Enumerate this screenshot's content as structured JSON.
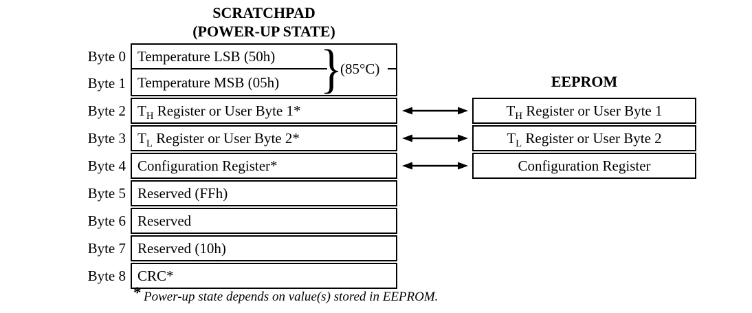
{
  "scratchpad": {
    "title_line1": "SCRATCHPAD",
    "title_line2": "(POWER-UP STATE)",
    "rows": [
      {
        "byte_label": "Byte 0",
        "text": "Temperature LSB (50h)"
      },
      {
        "byte_label": "Byte 1",
        "text": "Temperature MSB (05h)"
      },
      {
        "byte_label": "Byte 2",
        "text_prefix": "T",
        "text_sub": "H",
        "text_suffix": " Register or User Byte 1*"
      },
      {
        "byte_label": "Byte 3",
        "text_prefix": "T",
        "text_sub": "L",
        "text_suffix": " Register or User Byte 2*"
      },
      {
        "byte_label": "Byte 4",
        "text": "Configuration Register*"
      },
      {
        "byte_label": "Byte 5",
        "text": "Reserved (FFh)"
      },
      {
        "byte_label": "Byte 6",
        "text": "Reserved"
      },
      {
        "byte_label": "Byte 7",
        "text": "Reserved (10h)"
      },
      {
        "byte_label": "Byte 8",
        "text": "CRC*"
      }
    ],
    "powerup_annotation": {
      "brace": "}",
      "label": "(85°C)"
    }
  },
  "eeprom": {
    "title": "EEPROM",
    "rows": [
      {
        "text_prefix": "T",
        "text_sub": "H",
        "text_suffix": " Register or User Byte 1"
      },
      {
        "text_prefix": "T",
        "text_sub": "L",
        "text_suffix": " Register or User Byte 2"
      },
      {
        "text": "Configuration Register"
      }
    ]
  },
  "footnote": {
    "marker": "*",
    "text": "Power-up state depends on value(s) stored in EEPROM."
  },
  "colors": {
    "ink": "#000000",
    "background": "#ffffff"
  }
}
